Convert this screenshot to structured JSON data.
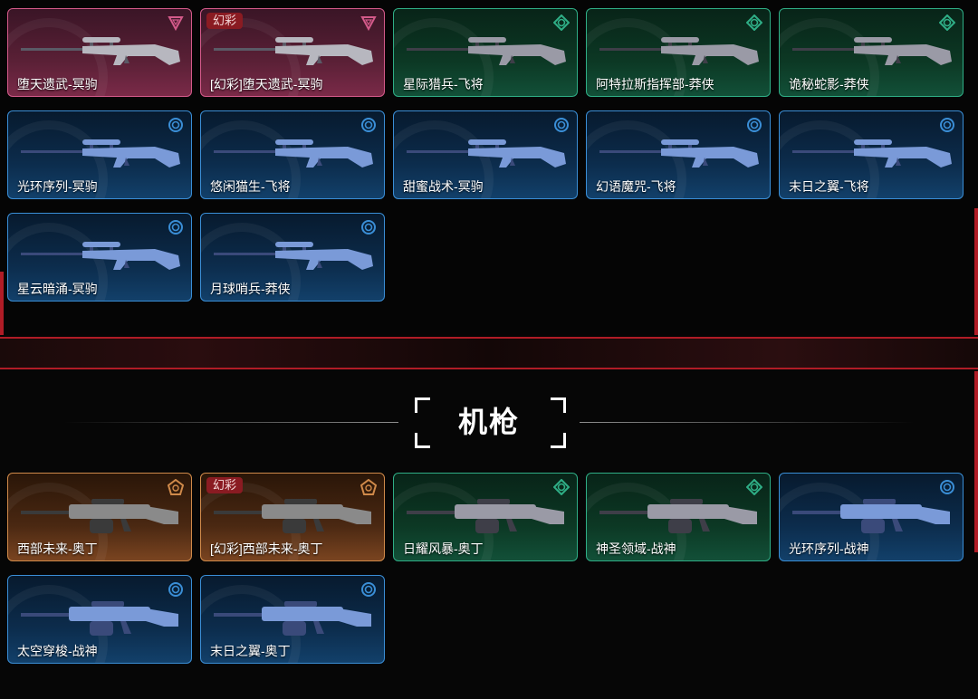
{
  "section": {
    "title": "机枪"
  },
  "colors": {
    "accent_red": "#b01c26",
    "pink": "#d45a8a",
    "green": "#2fae86",
    "blue": "#3a8ed6",
    "orange": "#d08a4a"
  },
  "top_cards": [
    {
      "label": "堕天遗武-冥驹",
      "rarity": "pink",
      "badge": "",
      "icon": "triangle-down-icon"
    },
    {
      "label": "[幻彩]堕天遗武-冥驹",
      "rarity": "pink",
      "badge": "幻彩",
      "icon": "triangle-down-icon"
    },
    {
      "label": "星际猎兵-飞将",
      "rarity": "green",
      "badge": "",
      "icon": "diamond-ring-icon"
    },
    {
      "label": "阿特拉斯指挥部-莽侠",
      "rarity": "green",
      "badge": "",
      "icon": "diamond-ring-icon"
    },
    {
      "label": "诡秘蛇影-莽侠",
      "rarity": "green",
      "badge": "",
      "icon": "diamond-ring-icon"
    },
    {
      "label": "光环序列-冥驹",
      "rarity": "blue",
      "badge": "",
      "icon": "circle-icon"
    },
    {
      "label": "悠闲猫生-飞将",
      "rarity": "blue",
      "badge": "",
      "icon": "circle-icon"
    },
    {
      "label": "甜蜜战术-冥驹",
      "rarity": "blue",
      "badge": "",
      "icon": "circle-icon"
    },
    {
      "label": "幻语魔咒-飞将",
      "rarity": "blue",
      "badge": "",
      "icon": "circle-icon"
    },
    {
      "label": "末日之翼-飞将",
      "rarity": "blue",
      "badge": "",
      "icon": "circle-icon"
    },
    {
      "label": "星云暗涌-冥驹",
      "rarity": "blue",
      "badge": "",
      "icon": "circle-icon"
    },
    {
      "label": "月球哨兵-莽侠",
      "rarity": "blue",
      "badge": "",
      "icon": "circle-icon"
    }
  ],
  "bottom_cards": [
    {
      "label": "西部未来-奥丁",
      "rarity": "orange",
      "badge": "",
      "icon": "pentagon-icon"
    },
    {
      "label": "[幻彩]西部未来-奥丁",
      "rarity": "orange",
      "badge": "幻彩",
      "icon": "pentagon-icon"
    },
    {
      "label": "日耀风暴-奥丁",
      "rarity": "green",
      "badge": "",
      "icon": "diamond-ring-icon"
    },
    {
      "label": "神圣领域-战神",
      "rarity": "green",
      "badge": "",
      "icon": "diamond-ring-icon"
    },
    {
      "label": "光环序列-战神",
      "rarity": "blue",
      "badge": "",
      "icon": "circle-icon"
    },
    {
      "label": "太空穿梭-战神",
      "rarity": "blue",
      "badge": "",
      "icon": "circle-icon"
    },
    {
      "label": "末日之翼-奥丁",
      "rarity": "blue",
      "badge": "",
      "icon": "circle-icon"
    }
  ]
}
